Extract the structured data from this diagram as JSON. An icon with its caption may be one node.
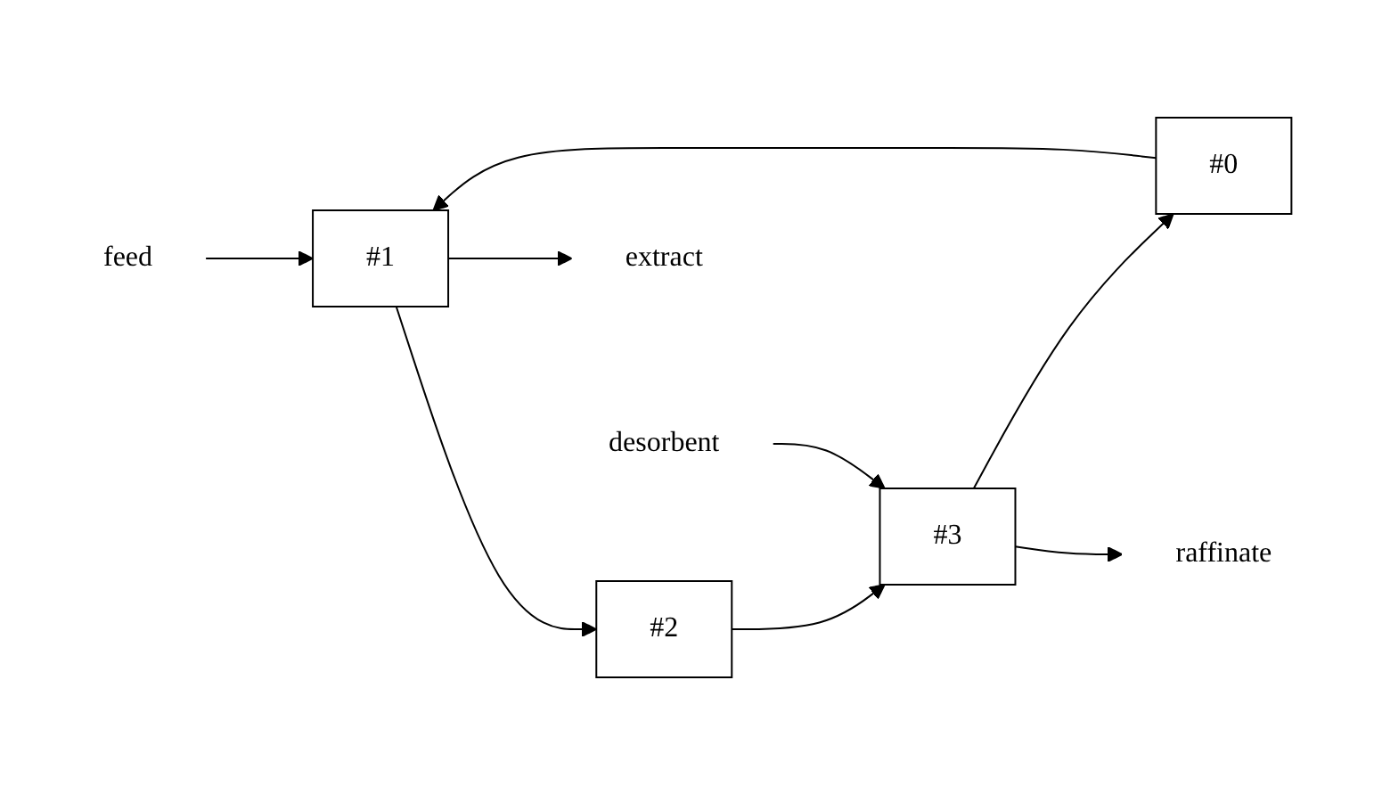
{
  "diagram": {
    "nodes": [
      {
        "text": [
          "#1"
        ]
      },
      {
        "text": [
          "#2"
        ]
      },
      {
        "text": [
          "#3"
        ]
      },
      {
        "text": [
          "#0"
        ]
      },
      {
        "text": [
          "extract"
        ]
      },
      {
        "text": [
          "feed"
        ]
      },
      {
        "text": [
          "desorbent"
        ]
      },
      {
        "text": [
          "raffinate"
        ]
      }
    ],
    "edges": [
      {
        "from": 0,
        "to": 1,
        "arrow": "to"
      },
      {
        "from": 1,
        "to": 2,
        "arrow": "to"
      },
      {
        "from": 2,
        "to": 3,
        "arrow": "to"
      },
      {
        "from": 3,
        "to": 0,
        "arrow": "to"
      },
      {
        "from": 0,
        "to": 4,
        "arrow": "to"
      },
      {
        "from": 5,
        "to": 0,
        "arrow": "to"
      },
      {
        "from": 6,
        "to": 2,
        "arrow": "to"
      },
      {
        "from": 2,
        "to": 7,
        "arrow": "to"
      }
    ]
  }
}
